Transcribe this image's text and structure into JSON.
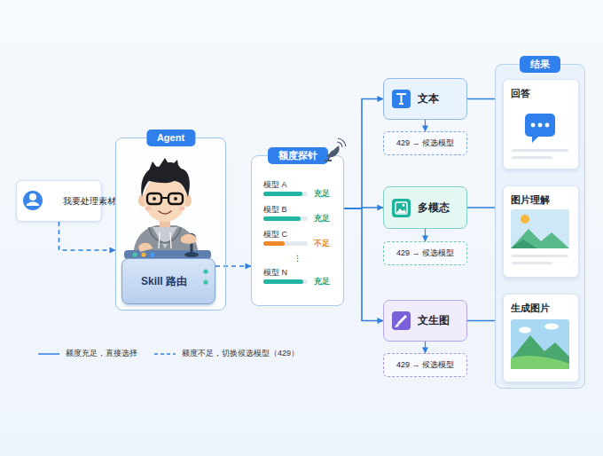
{
  "diagram": {
    "nodes": [
      {
        "text": [
          "我要处理素材"
        ]
      },
      {
        "text": [
          "Agent"
        ]
      },
      {
        "text": [
          "Skill 路由"
        ],
        "in": 1
      },
      {
        "text": [
          "额度探针"
        ]
      },
      {
        "text": [
          "文本"
        ]
      },
      {
        "text": [
          "429 → 候选模型"
        ]
      },
      {
        "text": [
          "多模态"
        ]
      },
      {
        "text": [
          "429 → 候选模型"
        ]
      },
      {
        "text": [
          "文生图"
        ]
      },
      {
        "text": [
          "429 → 候选模型"
        ]
      },
      {
        "text": [
          "结果"
        ]
      },
      {
        "text": [
          "回答"
        ],
        "in": 10
      },
      {
        "text": [
          "图片理解"
        ],
        "in": 10
      },
      {
        "text": [
          "生成图片"
        ],
        "in": 10
      }
    ],
    "edges": [
      {
        "from": 0,
        "to": 1,
        "arrow": "to"
      },
      {
        "from": 2,
        "to": 3,
        "arrow": "to"
      },
      {
        "from": 3,
        "to": 4,
        "arrow": "to"
      },
      {
        "from": 3,
        "to": 6,
        "arrow": "to"
      },
      {
        "from": 3,
        "to": 8,
        "arrow": "to"
      },
      {
        "from": 4,
        "to": 5,
        "arrow": "to"
      },
      {
        "from": 6,
        "to": 7,
        "arrow": "to"
      },
      {
        "from": 8,
        "to": 9,
        "arrow": "to"
      },
      {
        "from": 4,
        "to": 11,
        "arrow": "to"
      },
      {
        "from": 6,
        "to": 12,
        "arrow": "to"
      },
      {
        "from": 8,
        "to": 13,
        "arrow": "to"
      }
    ],
    "labels": [
      "模型 A",
      "充足",
      "模型 B",
      "充足",
      "模型 C",
      "不足",
      "⋮",
      "模型 N",
      "充足"
    ],
    "legend": [
      {
        "text": "额度充足，直接选择"
      },
      {
        "text": "额度不足，切换候选模型（429）"
      }
    ]
  }
}
